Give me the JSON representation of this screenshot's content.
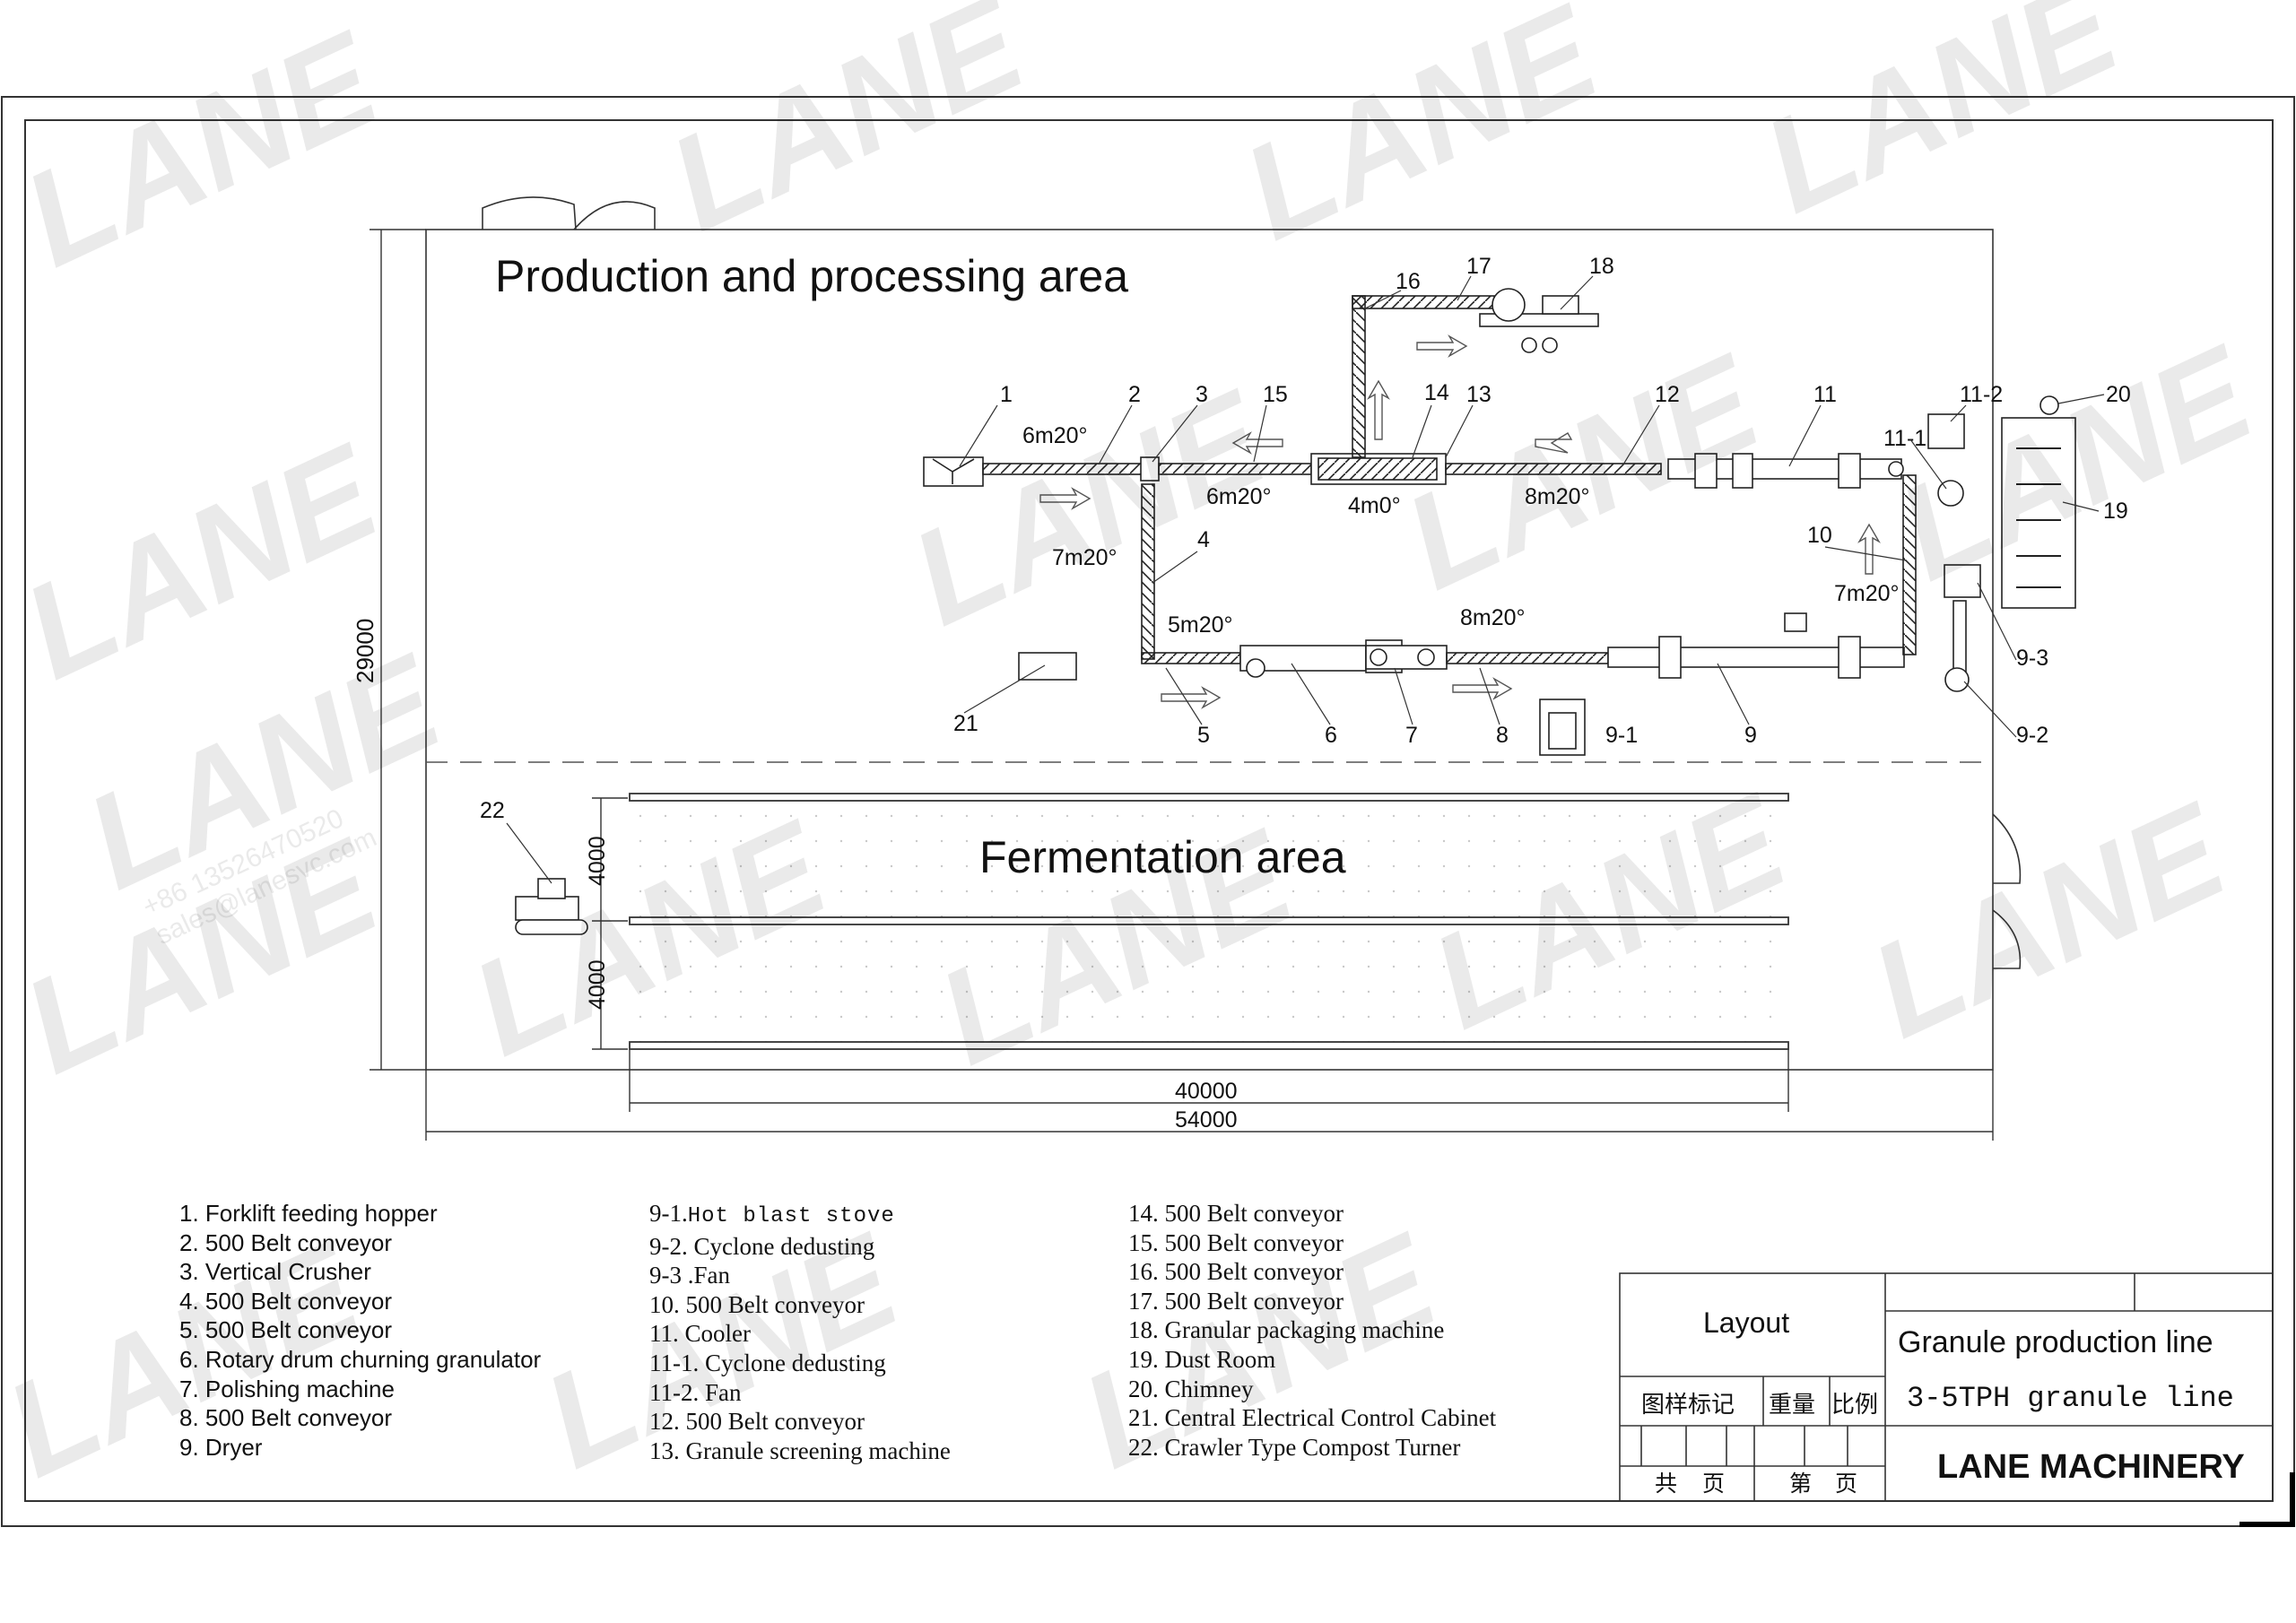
{
  "areas": {
    "production": "Production and processing area",
    "fermentation": "Fermentation area"
  },
  "dimensions": {
    "height_total": "29000",
    "lane_width_1": "4000",
    "lane_width_2": "4000",
    "length_inner": "40000",
    "length_total": "54000"
  },
  "callouts": {
    "n1": "1",
    "n2": "2",
    "n3": "3",
    "n4": "4",
    "n5": "5",
    "n6": "6",
    "n7": "7",
    "n8": "8",
    "n9": "9",
    "n9_1": "9-1",
    "n9_2": "9-2",
    "n9_3": "9-3",
    "n10": "10",
    "n11": "11",
    "n11_1": "11-1",
    "n11_2": "11-2",
    "n12": "12",
    "n13": "13",
    "n14": "14",
    "n15": "15",
    "n16": "16",
    "n17": "17",
    "n18": "18",
    "n19": "19",
    "n20": "20",
    "n21": "21",
    "n22": "22"
  },
  "conveyor_specs": {
    "c2": "6m20°",
    "c15": "6m20°",
    "c14": "4m0°",
    "c12": "8m20°",
    "c4": "7m20°",
    "c5": "5m20°",
    "c8": "8m20°",
    "c10": "7m20°"
  },
  "legend": {
    "col1": [
      "1. Forklift feeding hopper",
      "2. 500 Belt conveyor",
      "3. Vertical Crusher",
      "4. 500 Belt conveyor",
      "5. 500 Belt conveyor",
      "6. Rotary drum churning granulator",
      "7. Polishing machine",
      "8. 500 Belt conveyor",
      "9. Dryer"
    ],
    "col2_first": "9-1.",
    "col2_first_mono": "Hot blast stove",
    "col2": [
      "9-2. Cyclone dedusting",
      "9-3 .Fan",
      "10. 500 Belt conveyor",
      "11. Cooler",
      "11-1. Cyclone dedusting",
      "11-2. Fan",
      "12. 500 Belt conveyor",
      "13. Granule screening machine"
    ],
    "col3": [
      "14. 500 Belt conveyor",
      "15. 500 Belt conveyor",
      "16. 500 Belt conveyor",
      "17. 500 Belt conveyor",
      "18. Granular packaging machine",
      "19. Dust Room",
      "20. Chimney",
      "21. Central Electrical Control Cabinet",
      "22. Crawler Type Compost Turner"
    ]
  },
  "title_block": {
    "layout": "Layout",
    "product": "Granule production line",
    "capacity": "3-5TPH granule line",
    "company": "LANE MACHINERY",
    "mark_label": "图样标记",
    "weight_label": "重量",
    "scale_label": "比例",
    "total_label_1": "共",
    "total_label_2": "页",
    "page_label_1": "第",
    "page_label_2": "页"
  },
  "watermark": {
    "logo": "LANE",
    "phone": "+86 13526470520",
    "email": "sales@lanesvc.com"
  },
  "colors": {
    "line": "#1a1a1a",
    "watermark": "#1f3f8a"
  }
}
